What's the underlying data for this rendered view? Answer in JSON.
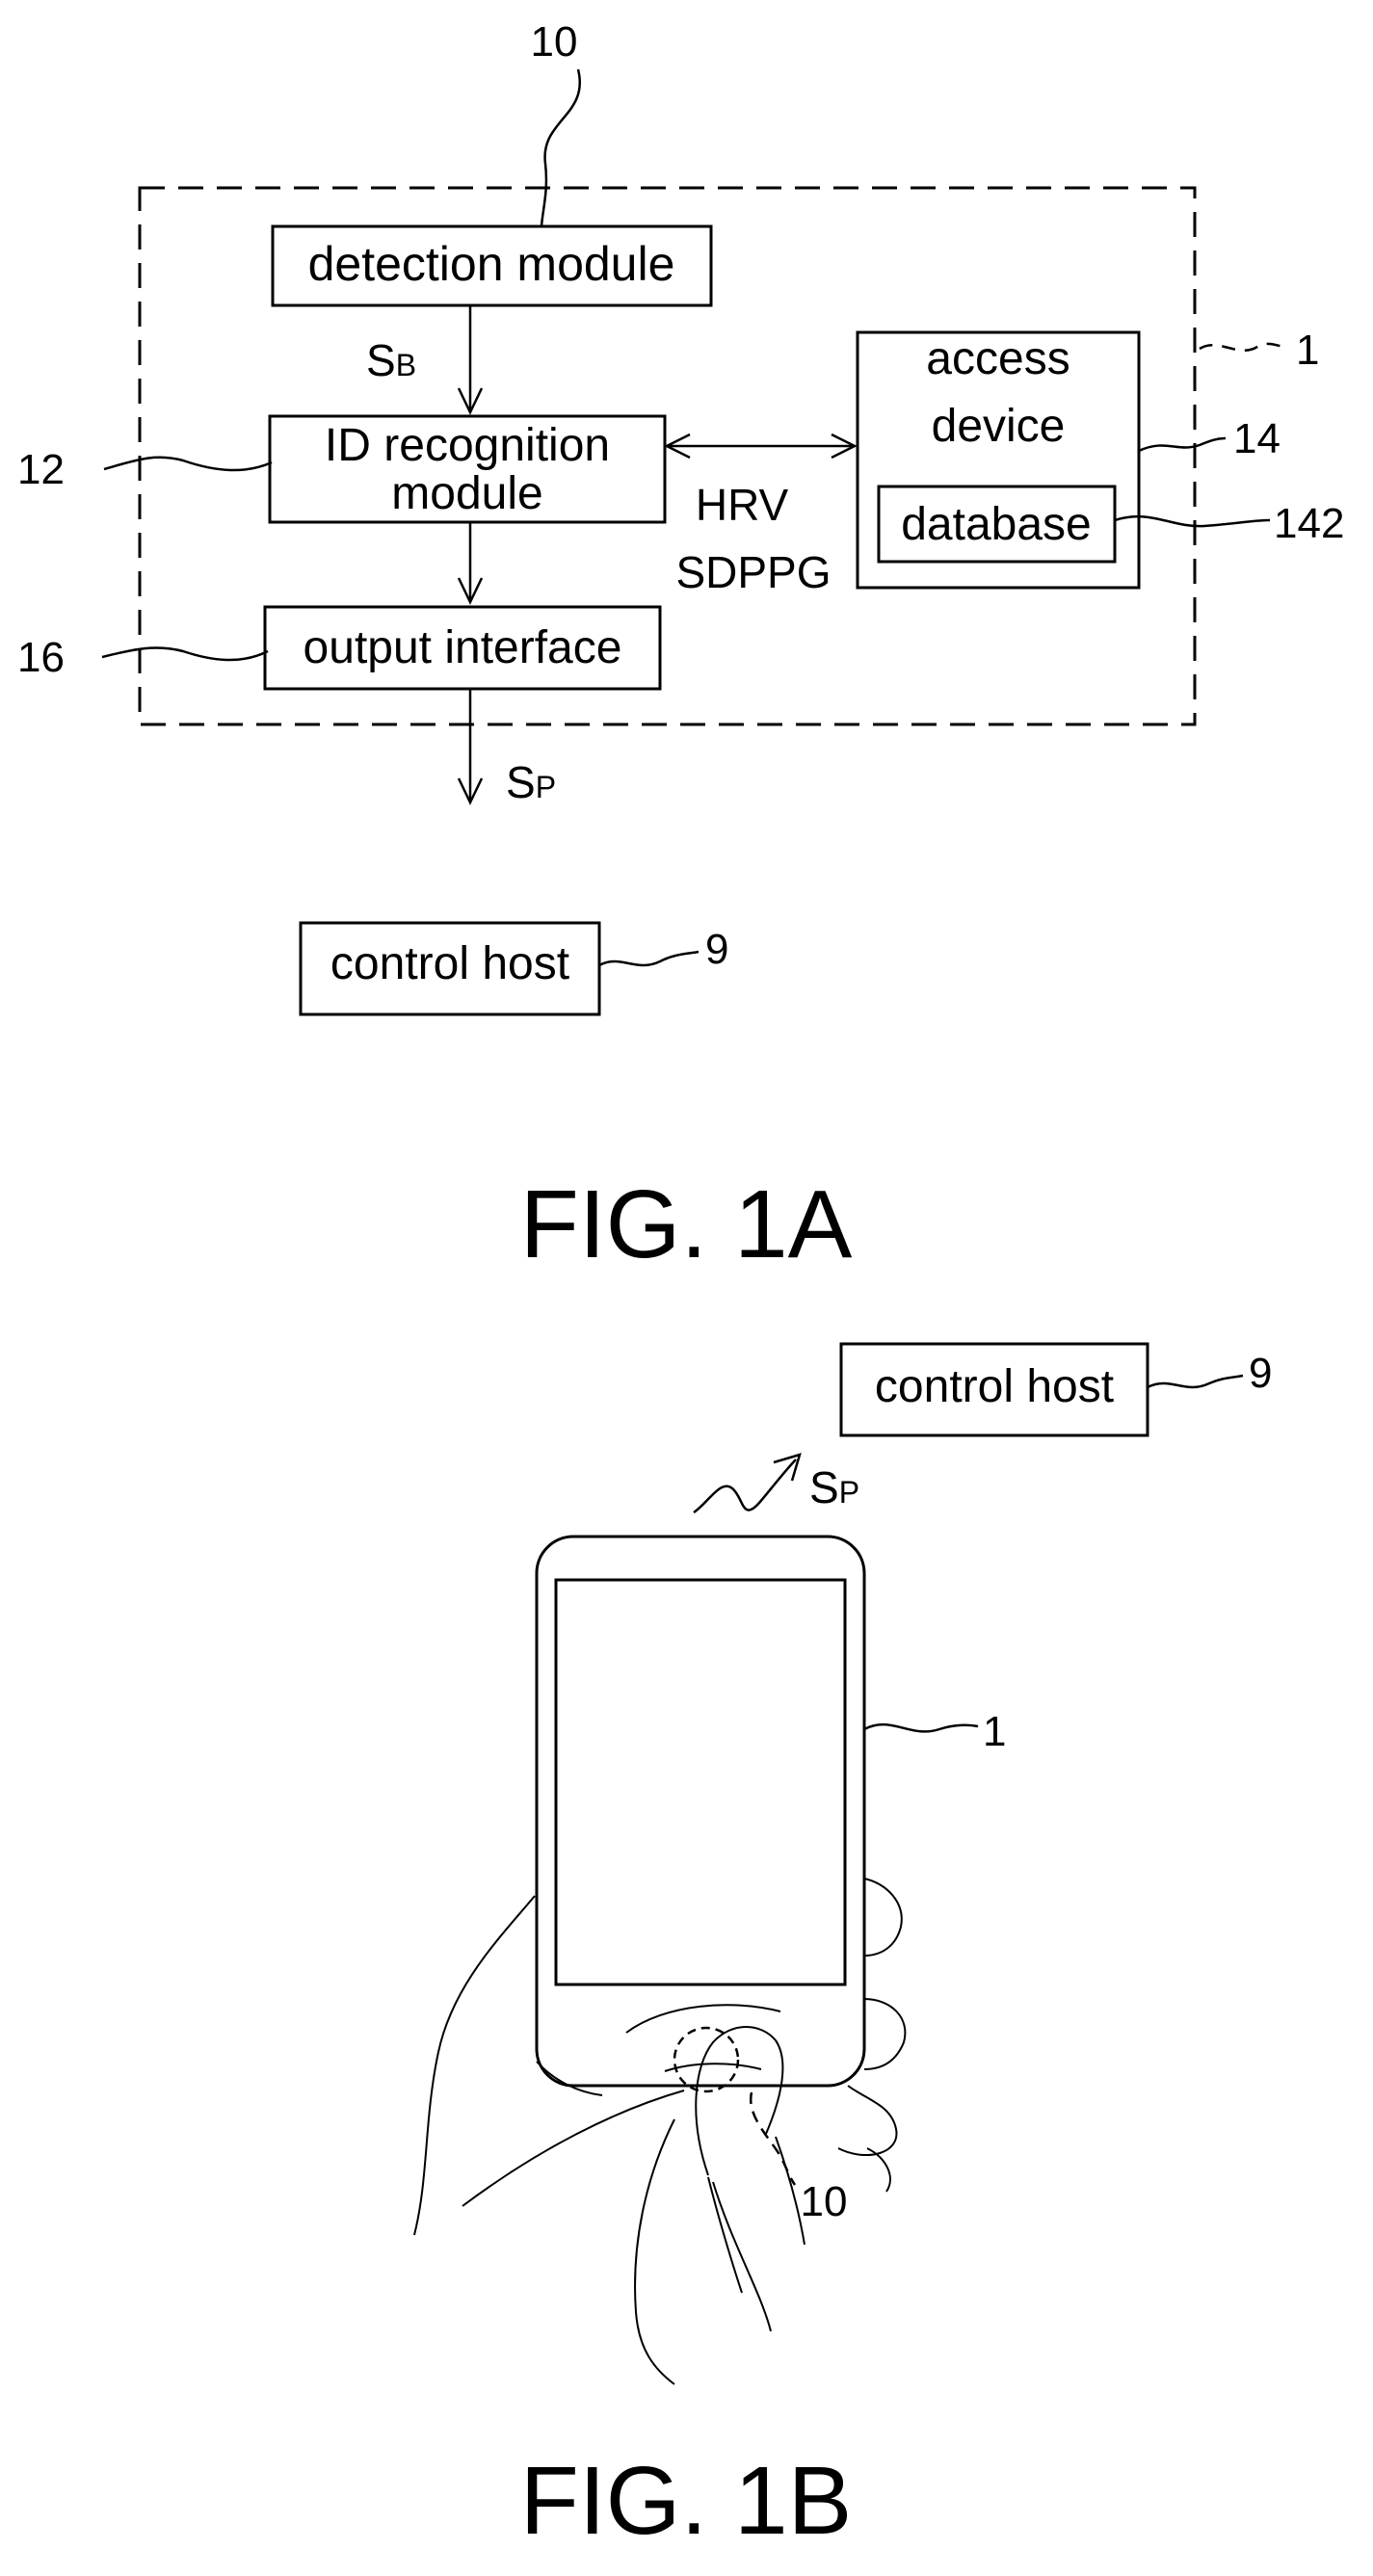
{
  "fig1a": {
    "caption": "FIG. 1A",
    "detection_module": "detection module",
    "id_recognition_line1": "ID recognition",
    "id_recognition_line2": "module",
    "output_interface": "output interface",
    "access_device_line1": "access",
    "access_device_line2": "device",
    "database": "database",
    "control_host": "control host",
    "signal_sb_main": "S",
    "signal_sb_sub": "B",
    "signal_sp_main": "S",
    "signal_sp_sub": "P",
    "hrv": "HRV",
    "sdppg": "SDPPG",
    "ref_10": "10",
    "ref_1": "1",
    "ref_12": "12",
    "ref_14": "14",
    "ref_142": "142",
    "ref_16": "16",
    "ref_9": "9"
  },
  "fig1b": {
    "caption": "FIG. 1B",
    "control_host": "control host",
    "signal_sp_main": "S",
    "signal_sp_sub": "P",
    "ref_9": "9",
    "ref_1": "1",
    "ref_10": "10"
  }
}
